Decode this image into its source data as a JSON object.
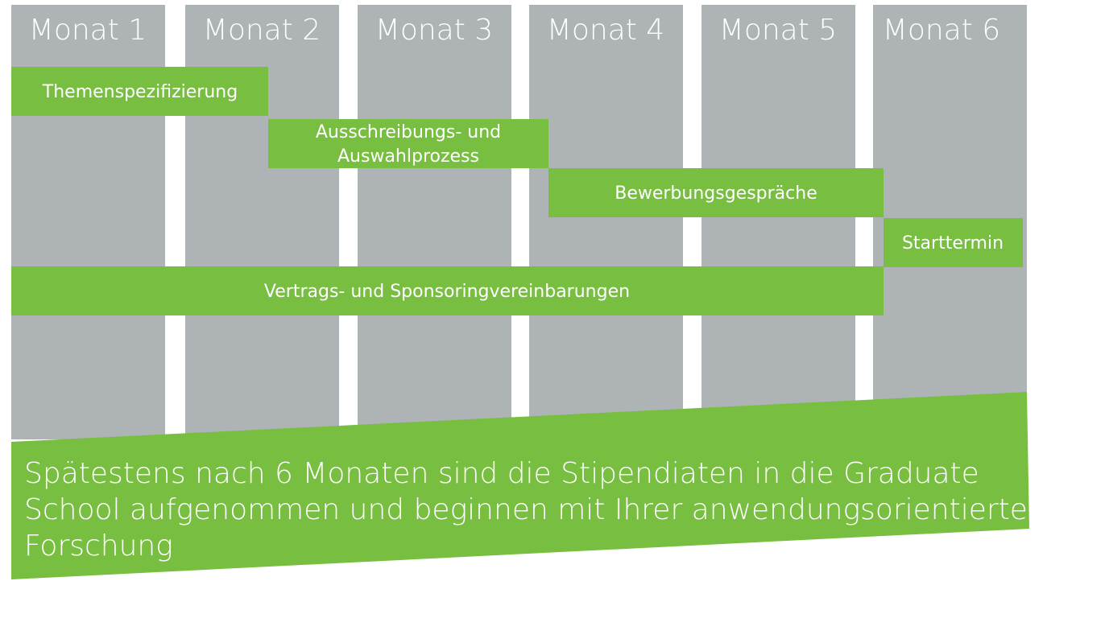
{
  "months": [
    "Monat 1",
    "Monat 2",
    "Monat 3",
    "Monat 4",
    "Monat 5",
    "Monat 6"
  ],
  "tasks": [
    {
      "lines": [
        "Themenspezifizierung"
      ]
    },
    {
      "lines": [
        "Ausschreibungs- und",
        "Auswahlprozess"
      ]
    },
    {
      "lines": [
        "Bewerbungsgespräche"
      ]
    },
    {
      "lines": [
        "Starttermin"
      ]
    },
    {
      "lines": [
        "Vertrags- und Sponsoringvereinbarungen"
      ]
    }
  ],
  "banner": {
    "lines": [
      "Spätestens nach 6 Monaten sind die Stipendiaten in die Graduate",
      "School aufgenommen und beginnen mit Ihrer anwendungsorientierten",
      "Forschung"
    ]
  },
  "colors": {
    "column": "#aeb3b6",
    "bar": "#78be40",
    "text": "#ffffff"
  }
}
